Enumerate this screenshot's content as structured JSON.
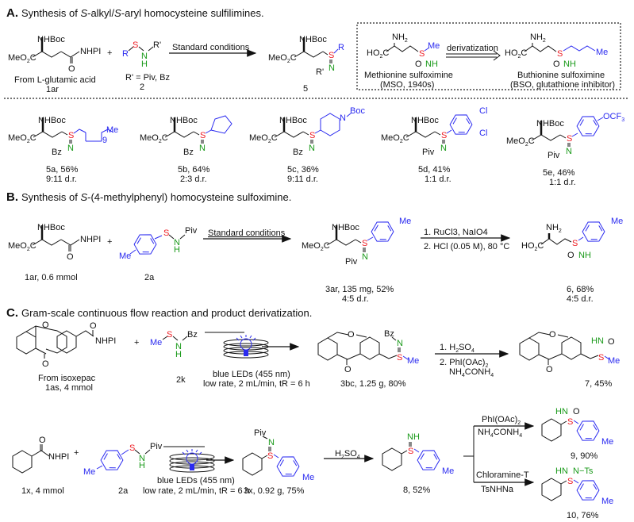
{
  "colors": {
    "substituent": "#2a2af0",
    "sulfur": "#ee1c24",
    "nitrogen": "#1a9a1a",
    "text": "#111111"
  },
  "sectionA": {
    "letter": "A.",
    "title_pre": "Synthesis of ",
    "title_it1": "S",
    "title_mid": "-alkyl/",
    "title_it2": "S",
    "title_post": "-aryl homocysteine sulfilimines.",
    "sm_caption1": "From L-glutamic acid",
    "sm_caption2": "1ar",
    "reagent_caption1": "R' = Piv, Bz",
    "reagent_caption2": "2",
    "arrow_label": "Standard conditions",
    "product_label": "5",
    "box": {
      "mso_name": "Methionine sulfoximine",
      "mso_note": "(MSO, 1940s)",
      "arrow_label": "derivatization",
      "bso_name": "Buthionine sulfoximine",
      "bso_note": "(BSO, glutathione inhibitor)"
    },
    "products": [
      {
        "id": "5a",
        "yield": "5a, 56%",
        "dr": "9:11 d.r.",
        "n_group": "Bz",
        "r_group": "C11 chain (n=9), Me"
      },
      {
        "id": "5b",
        "yield": "5b, 64%",
        "dr": "2:3 d.r.",
        "n_group": "Bz",
        "r_group": "cyclopentyl"
      },
      {
        "id": "5c",
        "yield": "5c, 36%",
        "dr": "9:11 d.r.",
        "n_group": "Bz",
        "r_group": "N-Boc-piperidin-4-yl"
      },
      {
        "id": "5d",
        "yield": "5d, 41%",
        "dr": "1:1 d.r.",
        "n_group": "Piv",
        "r_group": "3,4-dichlorophenyl"
      },
      {
        "id": "5e",
        "yield": "5e, 46%",
        "dr": "1:1 d.r.",
        "n_group": "Piv",
        "r_group": "4-OCF3-phenyl"
      }
    ]
  },
  "sectionB": {
    "letter": "B.",
    "title_pre": "Synthesis of ",
    "title_it": "S",
    "title_post": "-(4-methylphenyl) homocysteine sulfoximine.",
    "sm_caption": "1ar, 0.6 mmol",
    "reagent_caption": "2a",
    "arrow1_label": "Standard conditions",
    "product1_caption1": "3ar, 135 mg, 52%",
    "product1_caption2": "4:5 d.r.",
    "arrow2_step1": "1. RuCl3, NaIO4",
    "arrow2_step2": "2. HCl (0.05 M), 80 °C",
    "product2_caption1": "6, 68%",
    "product2_caption2": "4:5 d.r."
  },
  "sectionC": {
    "letter": "C.",
    "title": "Gram-scale continuous flow reaction and product derivatization.",
    "row1": {
      "sm_caption1": "From isoxepac",
      "sm_caption2": "1as, 4 mmol",
      "reagent_caption": "2k",
      "flow_label1": "blue LEDs (455 nm)",
      "flow_label2": "low rate, 2 mL/min, tR = 6 h",
      "product_caption": "3bc, 1.25 g, 80%",
      "arrow2_step1": "1. H2SO4",
      "arrow2_step2": "2. PhI(OAc)2",
      "arrow2_step3": "NH4CONH4",
      "product2_caption": "7, 45%"
    },
    "row2": {
      "sm_caption": "1x, 4 mmol",
      "reagent_caption": "2a",
      "flow_label1": "blue LEDs (455 nm)",
      "flow_label2": "low rate, 2 mL/min, tR = 6 h",
      "product_caption": "3x, 0.92 g, 75%",
      "arrow2_label": "H2SO4",
      "product2_caption": "8, 52%",
      "branch_top_label1": "PhI(OAc)2",
      "branch_top_label2": "NH4CONH4",
      "product3_caption": "9, 90%",
      "branch_bottom_label1": "Chloramine-T",
      "branch_bottom_label2": "TsNHNa",
      "product4_caption": "10, 76%"
    }
  },
  "atoms": {
    "NHBoc": "NHBoc",
    "MeO2C": "MeO",
    "NHPI": "NHPI",
    "O": "O",
    "S": "S",
    "N": "N",
    "H": "H",
    "R": "R",
    "Rp": "R'",
    "Bz": "Bz",
    "Piv": "Piv",
    "Me": "Me",
    "NH": "NH",
    "HN": "HN",
    "NH2": "NH",
    "HO2C": "HO",
    "Boc": "Boc",
    "Cl": "Cl",
    "OCF3": "OCF",
    "nine": "9",
    "Ts": "N−Ts",
    "plus": "+"
  }
}
